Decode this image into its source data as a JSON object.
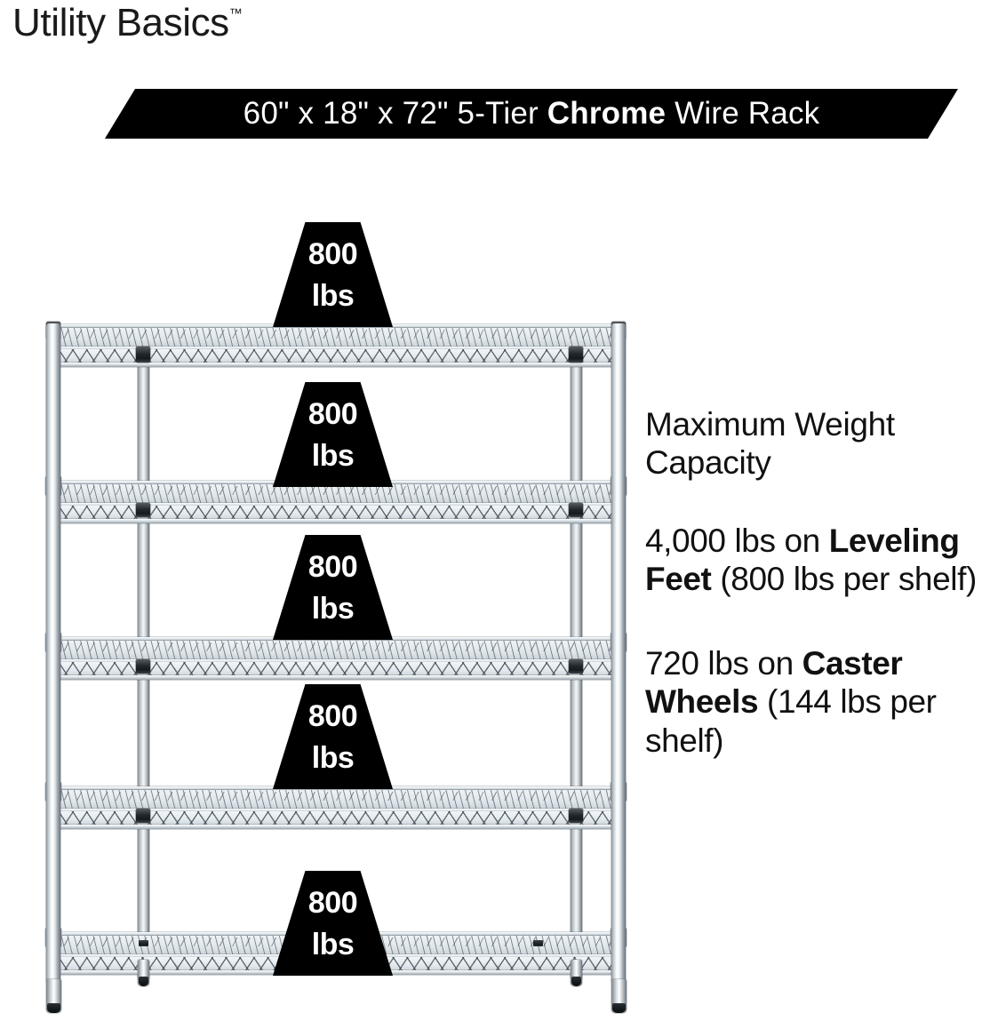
{
  "brand": {
    "name": "Utility Basics",
    "trademark": "™"
  },
  "banner": {
    "prefix": "60\" x 18\" x 72\" 5-Tier ",
    "emphasis": "Chrome",
    "suffix": " Wire Rack",
    "background": "#000000",
    "text_color": "#ffffff"
  },
  "product": {
    "width_in": "60\"",
    "depth_in": "18\"",
    "height_in": "72\"",
    "tiers": 5,
    "finish": "Chrome",
    "type": "Wire Rack"
  },
  "rack": {
    "shelf_count": 5,
    "badges": [
      {
        "value": "800",
        "unit": "lbs"
      },
      {
        "value": "800",
        "unit": "lbs"
      },
      {
        "value": "800",
        "unit": "lbs"
      },
      {
        "value": "800",
        "unit": "lbs"
      },
      {
        "value": "800",
        "unit": "lbs"
      }
    ]
  },
  "capacity": {
    "heading": "Maximum Weight Capacity",
    "leveling": {
      "total": "4,000 lbs on ",
      "emphasis": "Leveling Feet",
      "detail": " (800 lbs per shelf)"
    },
    "caster": {
      "total": "720 lbs on ",
      "emphasis": "Caster Wheels",
      "detail": " (144 lbs per shelf)"
    }
  },
  "colors": {
    "background": "#ffffff",
    "ink": "#111111",
    "badge_fill": "#000000",
    "chrome_light": "#ffffff",
    "chrome_mid": "#d2dade",
    "chrome_dark": "#6e767c"
  }
}
